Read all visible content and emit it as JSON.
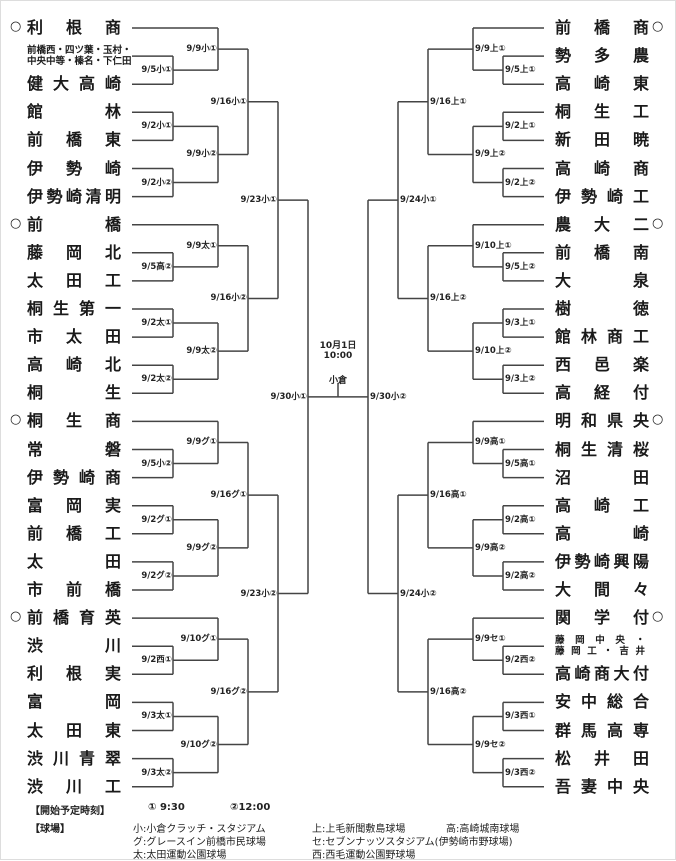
{
  "left": {
    "teams": [
      "利根商",
      [
        "前橋西・四ツ葉・玉村・",
        "中央中等・榛名・下仁田"
      ],
      "健大高崎",
      "館林",
      "前橋東",
      "伊勢崎",
      "伊勢崎清明",
      "前橋",
      "藤岡北",
      "太田工",
      "桐生第一",
      "市太田",
      "高崎北",
      "桐生",
      "桐生商",
      "常磐",
      "伊勢崎商",
      "富岡実",
      "前橋工",
      "太田",
      "市前橋",
      "前橋育英",
      "渋川",
      "利根実",
      "富岡",
      "太田東",
      "渋川青翠",
      "渋川工"
    ],
    "seeds": [
      0,
      7,
      14,
      21
    ],
    "blocks": [
      [
        "9/5小①",
        "9/9小①",
        "9/2小①",
        "9/2小②",
        "9/9小②",
        "9/16小①"
      ],
      [
        "9/5高②",
        "9/9太①",
        "9/2太①",
        "9/2太②",
        "9/9太②",
        "9/16小②"
      ],
      [
        "9/5小②",
        "9/9グ①",
        "9/2グ①",
        "9/2グ②",
        "9/9グ②",
        "9/16グ①"
      ],
      [
        "9/2西①",
        "9/10グ①",
        "9/3太①",
        "9/3太②",
        "9/10グ②",
        "9/16グ②"
      ]
    ],
    "semis": [
      "9/23小①",
      "9/23小②"
    ],
    "half": "9/30小①"
  },
  "right": {
    "teams": [
      "前橋商",
      "勢多農",
      "高崎東",
      "桐生工",
      "新田暁",
      "高崎商",
      "伊勢崎工",
      "農大二",
      "前橋南",
      "大泉",
      "樹徳",
      "館林商工",
      "西邑楽",
      "高経付",
      "明和県央",
      "桐生清桜",
      "沼田",
      "高崎工",
      "高崎",
      "伊勢崎興陽",
      "大間々",
      "関学付",
      [
        "藤岡中央・",
        "藤岡工・吉井"
      ],
      "高崎商大付",
      "安中総合",
      "群馬高専",
      "松井田",
      "吾妻中央"
    ],
    "seeds": [
      0,
      7,
      14,
      21
    ],
    "blocks": [
      [
        "9/5上①",
        "9/9上①",
        "9/2上①",
        "9/2上②",
        "9/9上②",
        "9/16上①"
      ],
      [
        "9/5上②",
        "9/10上①",
        "9/3上①",
        "9/3上②",
        "9/10上②",
        "9/16上②"
      ],
      [
        "9/5高①",
        "9/9高①",
        "9/2高①",
        "9/2高②",
        "9/9高②",
        "9/16高①"
      ],
      [
        "9/2西②",
        "9/9セ①",
        "9/3西①",
        "9/3西②",
        "9/9セ②",
        "9/16高②"
      ]
    ],
    "semis": [
      "9/24小①",
      "9/24小②"
    ],
    "half": "9/30小②"
  },
  "seed_mark": "○",
  "final": {
    "date": "10月1日",
    "time": "10:00",
    "venue": "小倉"
  },
  "footer": {
    "start_time_label": "【開始予定時刻】",
    "time1": "①  9:30",
    "time2": "②12:00",
    "venue_label": "【球場】",
    "venues": [
      "小:小倉クラッチ・スタジアム",
      "グ:グレースイン前橋市民球場",
      "太:太田運動公園球場",
      "上:上毛新聞敷島球場",
      "セ:セブンナッツスタジアム(伊勢崎市野球場)",
      "西:西毛運動公園野球場",
      "高:高崎城南球場"
    ]
  }
}
